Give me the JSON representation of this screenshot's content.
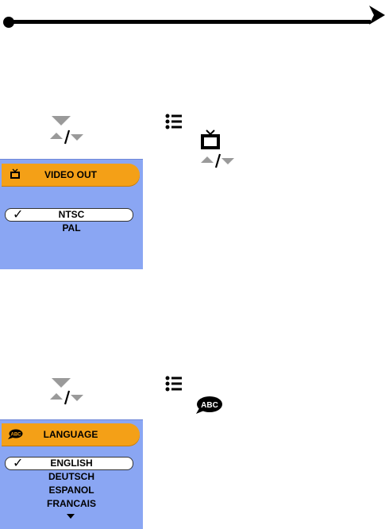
{
  "icons": {
    "page_arrow": "chevron-right-icon",
    "down": "triangle-down-icon",
    "updown": "up-down-arrows-icon",
    "menu": "menu-list-icon",
    "tv": "tv-icon",
    "abc": "abc-speech-icon"
  },
  "colors": {
    "panel_bg": "#8aa6f3",
    "header_bg": "#f4a017",
    "arrow_gray": "#9a9a9a"
  },
  "video_out": {
    "title": "VIDEO OUT",
    "options": [
      {
        "label": "NTSC",
        "selected": true
      },
      {
        "label": "PAL",
        "selected": false
      }
    ],
    "check_glyph": "✓"
  },
  "language": {
    "title": "LANGUAGE",
    "options": [
      {
        "label": "ENGLISH",
        "selected": true
      },
      {
        "label": "DEUTSCH",
        "selected": false
      },
      {
        "label": "ESPANOL",
        "selected": false
      },
      {
        "label": "FRANCAIS",
        "selected": false
      }
    ],
    "check_glyph": "✓"
  }
}
